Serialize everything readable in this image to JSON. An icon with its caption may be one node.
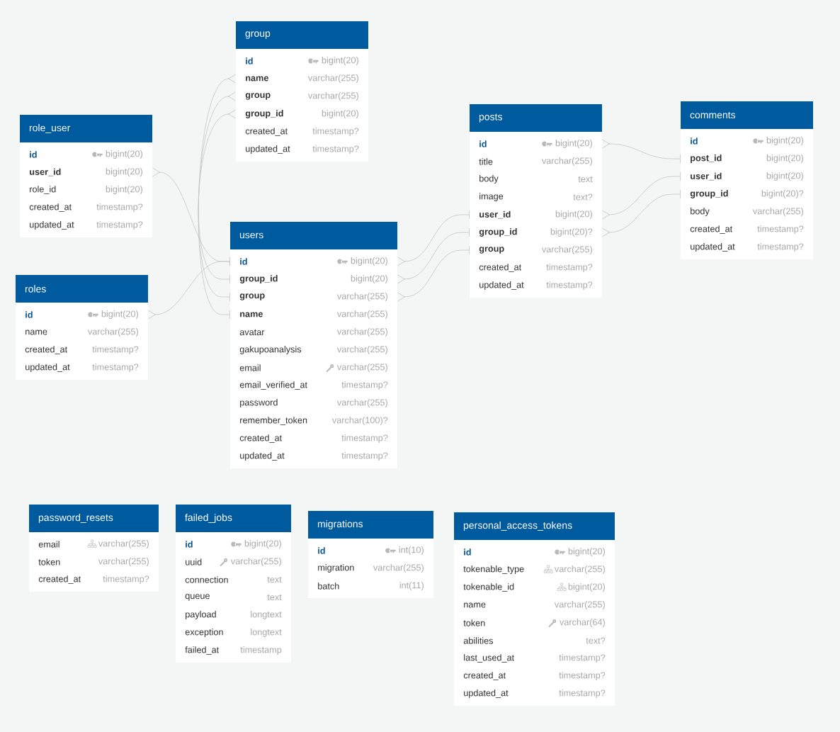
{
  "diagram": {
    "nodes": [
      {
        "text": [
          "group"
        ]
      },
      {
        "text": [
          "id",
          "bigint(20)"
        ],
        "in": 0
      },
      {
        "text": [
          "name",
          "varchar(255)"
        ],
        "in": 0
      },
      {
        "text": [
          "group",
          "varchar(255)"
        ],
        "in": 0
      },
      {
        "text": [
          "group_id",
          "bigint(20)"
        ],
        "in": 0
      },
      {
        "text": [
          "created_at",
          "timestamp?"
        ],
        "in": 0
      },
      {
        "text": [
          "updated_at",
          "timestamp?"
        ],
        "in": 0
      },
      {
        "text": [
          "role_user"
        ]
      },
      {
        "text": [
          "id",
          "bigint(20)"
        ],
        "in": 7
      },
      {
        "text": [
          "user_id",
          "bigint(20)"
        ],
        "in": 7
      },
      {
        "text": [
          "role_id",
          "bigint(20)"
        ],
        "in": 7
      },
      {
        "text": [
          "created_at",
          "timestamp?"
        ],
        "in": 7
      },
      {
        "text": [
          "updated_at",
          "timestamp?"
        ],
        "in": 7
      },
      {
        "text": [
          "posts"
        ]
      },
      {
        "text": [
          "id",
          "bigint(20)"
        ],
        "in": 13
      },
      {
        "text": [
          "title",
          "varchar(255)"
        ],
        "in": 13
      },
      {
        "text": [
          "body",
          "text"
        ],
        "in": 13
      },
      {
        "text": [
          "image",
          "text?"
        ],
        "in": 13
      },
      {
        "text": [
          "user_id",
          "bigint(20)"
        ],
        "in": 13
      },
      {
        "text": [
          "group_id",
          "bigint(20)?"
        ],
        "in": 13
      },
      {
        "text": [
          "group",
          "varchar(255)"
        ],
        "in": 13
      },
      {
        "text": [
          "created_at",
          "timestamp?"
        ],
        "in": 13
      },
      {
        "text": [
          "updated_at",
          "timestamp?"
        ],
        "in": 13
      },
      {
        "text": [
          "comments"
        ]
      },
      {
        "text": [
          "id",
          "bigint(20)"
        ],
        "in": 23
      },
      {
        "text": [
          "post_id",
          "bigint(20)"
        ],
        "in": 23
      },
      {
        "text": [
          "user_id",
          "bigint(20)"
        ],
        "in": 23
      },
      {
        "text": [
          "group_id",
          "bigint(20)?"
        ],
        "in": 23
      },
      {
        "text": [
          "body",
          "varchar(255)"
        ],
        "in": 23
      },
      {
        "text": [
          "created_at",
          "timestamp?"
        ],
        "in": 23
      },
      {
        "text": [
          "updated_at",
          "timestamp?"
        ],
        "in": 23
      },
      {
        "text": [
          "users"
        ]
      },
      {
        "text": [
          "id",
          "bigint(20)"
        ],
        "in": 31
      },
      {
        "text": [
          "group_id",
          "bigint(20)"
        ],
        "in": 31
      },
      {
        "text": [
          "group",
          "varchar(255)"
        ],
        "in": 31
      },
      {
        "text": [
          "name",
          "varchar(255)"
        ],
        "in": 31
      },
      {
        "text": [
          "avatar",
          "varchar(255)"
        ],
        "in": 31
      },
      {
        "text": [
          "gakupoanalysis",
          "varchar(255)"
        ],
        "in": 31
      },
      {
        "text": [
          "email",
          "varchar(255)"
        ],
        "in": 31
      },
      {
        "text": [
          "email_verified_at",
          "timestamp?"
        ],
        "in": 31
      },
      {
        "text": [
          "password",
          "varchar(255)"
        ],
        "in": 31
      },
      {
        "text": [
          "remember_token",
          "varchar(100)?"
        ],
        "in": 31
      },
      {
        "text": [
          "created_at",
          "timestamp?"
        ],
        "in": 31
      },
      {
        "text": [
          "updated_at",
          "timestamp?"
        ],
        "in": 31
      },
      {
        "text": [
          "roles"
        ]
      },
      {
        "text": [
          "id",
          "bigint(20)"
        ],
        "in": 44
      },
      {
        "text": [
          "name",
          "varchar(255)"
        ],
        "in": 44
      },
      {
        "text": [
          "created_at",
          "timestamp?"
        ],
        "in": 44
      },
      {
        "text": [
          "updated_at",
          "timestamp?"
        ],
        "in": 44
      },
      {
        "text": [
          "password_resets"
        ]
      },
      {
        "text": [
          "email",
          "varchar(255)"
        ],
        "in": 49
      },
      {
        "text": [
          "token",
          "varchar(255)"
        ],
        "in": 49
      },
      {
        "text": [
          "created_at",
          "timestamp?"
        ],
        "in": 49
      },
      {
        "text": [
          "failed_jobs"
        ]
      },
      {
        "text": [
          "id",
          "bigint(20)"
        ],
        "in": 53
      },
      {
        "text": [
          "uuid",
          "varchar(255)"
        ],
        "in": 53
      },
      {
        "text": [
          "connection",
          "text"
        ],
        "in": 53
      },
      {
        "text": [
          "queue",
          "text"
        ],
        "in": 53
      },
      {
        "text": [
          "payload",
          "longtext"
        ],
        "in": 53
      },
      {
        "text": [
          "exception",
          "longtext"
        ],
        "in": 53
      },
      {
        "text": [
          "failed_at",
          "timestamp"
        ],
        "in": 53
      },
      {
        "text": [
          "migrations"
        ]
      },
      {
        "text": [
          "id",
          "int(10)"
        ],
        "in": 61
      },
      {
        "text": [
          "migration",
          "varchar(255)"
        ],
        "in": 61
      },
      {
        "text": [
          "batch",
          "int(11)"
        ],
        "in": 61
      },
      {
        "text": [
          "personal_access_tokens"
        ]
      },
      {
        "text": [
          "id",
          "bigint(20)"
        ],
        "in": 65
      },
      {
        "text": [
          "tokenable_type",
          "varchar(255)"
        ],
        "in": 65
      },
      {
        "text": [
          "tokenable_id",
          "bigint(20)"
        ],
        "in": 65
      },
      {
        "text": [
          "name",
          "varchar(255)"
        ],
        "in": 65
      },
      {
        "text": [
          "token",
          "varchar(64)"
        ],
        "in": 65
      },
      {
        "text": [
          "abilities",
          "text?"
        ],
        "in": 65
      },
      {
        "text": [
          "last_used_at",
          "timestamp?"
        ],
        "in": 65
      },
      {
        "text": [
          "created_at",
          "timestamp?"
        ],
        "in": 65
      },
      {
        "text": [
          "updated_at",
          "timestamp?"
        ],
        "in": 65
      }
    ],
    "edges": [
      {
        "from": 2,
        "to": 35,
        "arrow": "other"
      },
      {
        "from": 3,
        "to": 34,
        "arrow": "other"
      },
      {
        "from": 4,
        "to": 33,
        "arrow": "other"
      },
      {
        "from": 9,
        "to": 32,
        "arrow": "other"
      },
      {
        "from": 45,
        "to": 32,
        "arrow": "other"
      },
      {
        "from": 32,
        "to": 18,
        "arrow": "other"
      },
      {
        "from": 33,
        "to": 19,
        "arrow": "other"
      },
      {
        "from": 34,
        "to": 20,
        "arrow": "other"
      },
      {
        "from": 14,
        "to": 25,
        "arrow": "other"
      },
      {
        "from": 18,
        "to": 26,
        "arrow": "other"
      },
      {
        "from": 19,
        "to": 27,
        "arrow": "other"
      }
    ]
  }
}
